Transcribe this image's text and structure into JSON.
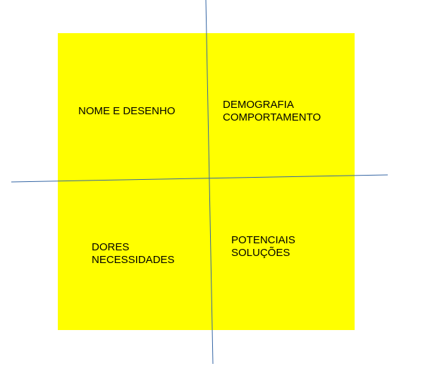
{
  "colors": {
    "canvas_fill": "#ffff00",
    "axis_line": "#3465a4",
    "text": "#000000"
  },
  "quadrants": {
    "top_left": {
      "lines": [
        "NOME E DESENHO"
      ]
    },
    "top_right": {
      "lines": [
        "DEMOGRAFIA",
        "COMPORTAMENTO"
      ]
    },
    "bottom_left": {
      "lines": [
        "DORES",
        "NECESSIDADES"
      ]
    },
    "bottom_right": {
      "lines": [
        "POTENCIAIS",
        "SOLUÇÕES"
      ]
    }
  }
}
